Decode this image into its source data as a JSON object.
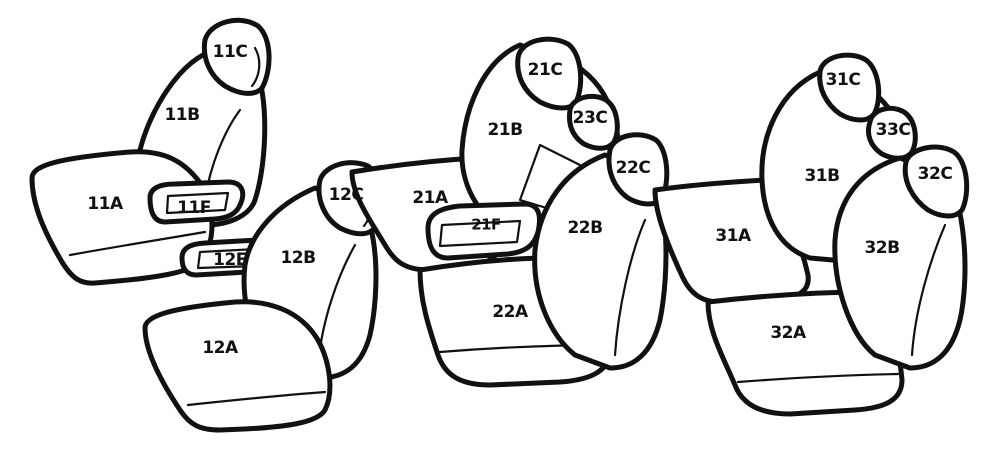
{
  "labels": {
    "11A": "11A",
    "11B": "11B",
    "11C": "11C",
    "11F": "11F",
    "12A": "12A",
    "12B": "12B",
    "12C": "12C",
    "12E": "12E",
    "21A": "21A",
    "21B": "21B",
    "21C": "21C",
    "21F": "21F",
    "22A": "22A",
    "22B": "22B",
    "22C": "22C",
    "23C": "23C",
    "31A": "31A",
    "31B": "31B",
    "31C": "31C",
    "32A": "32A",
    "32B": "32B",
    "32C": "32C",
    "33C": "33C"
  }
}
